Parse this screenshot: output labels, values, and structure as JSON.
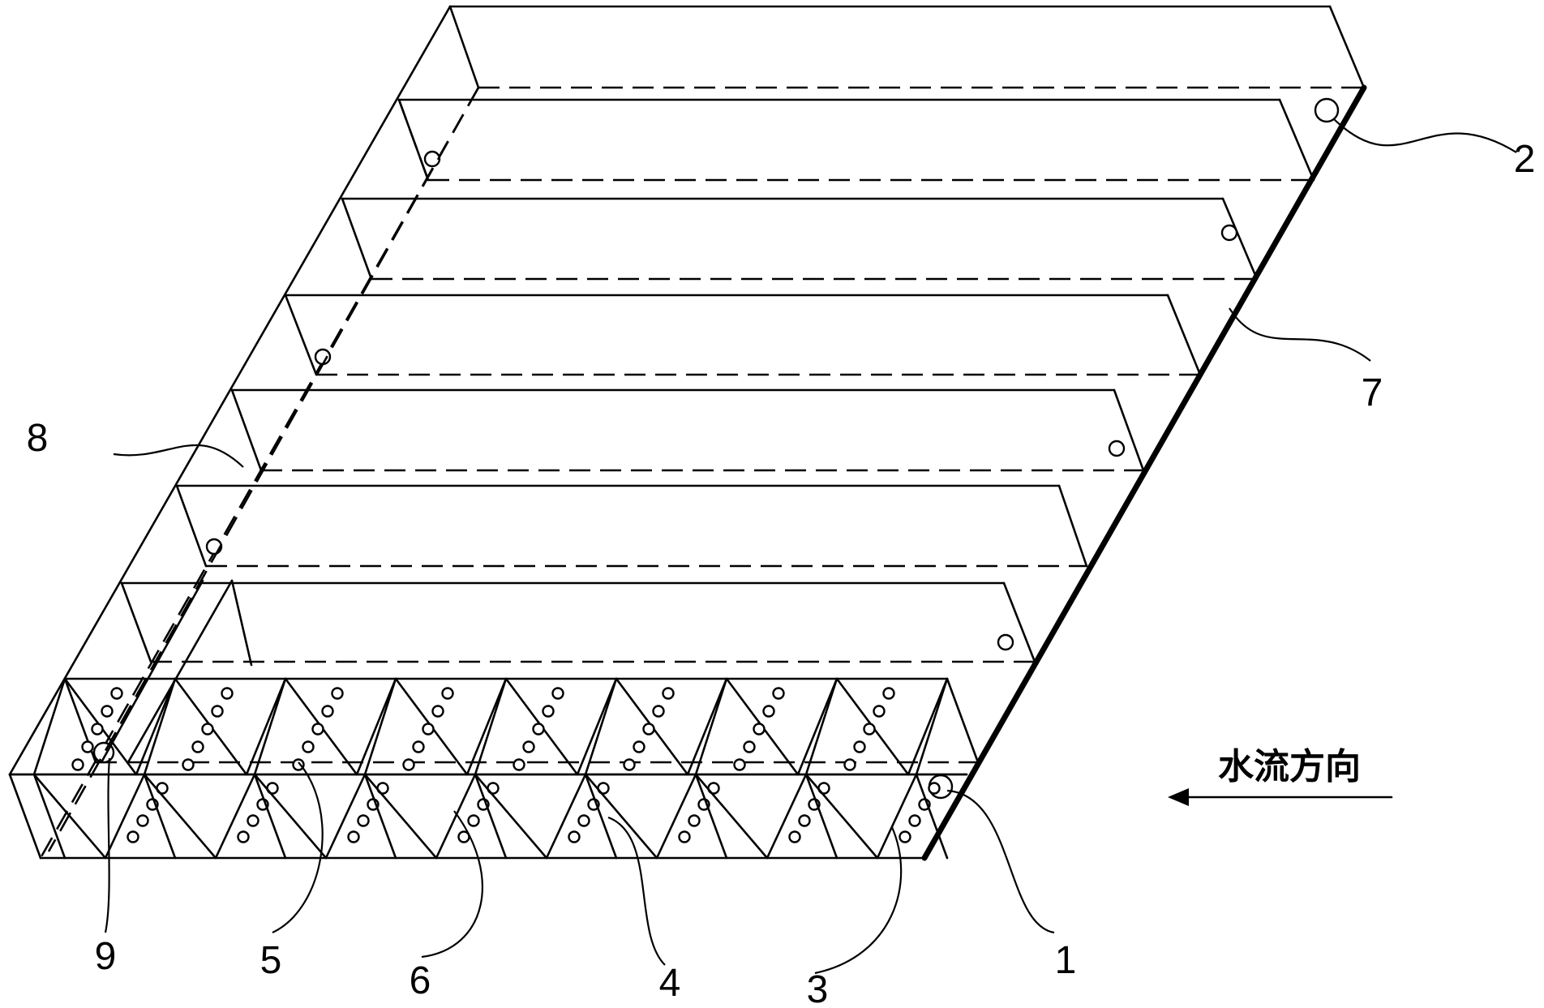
{
  "callouts": [
    {
      "id": "1",
      "label": "1"
    },
    {
      "id": "2",
      "label": "2"
    },
    {
      "id": "3",
      "label": "3"
    },
    {
      "id": "4",
      "label": "4"
    },
    {
      "id": "5",
      "label": "5"
    },
    {
      "id": "6",
      "label": "6"
    },
    {
      "id": "7",
      "label": "7"
    },
    {
      "id": "8",
      "label": "8"
    },
    {
      "id": "9",
      "label": "9"
    }
  ],
  "flow_direction": {
    "label": "水流方向",
    "arrow": "left-arrow-icon"
  },
  "colors": {
    "line": "#000000",
    "background": "#ffffff"
  }
}
